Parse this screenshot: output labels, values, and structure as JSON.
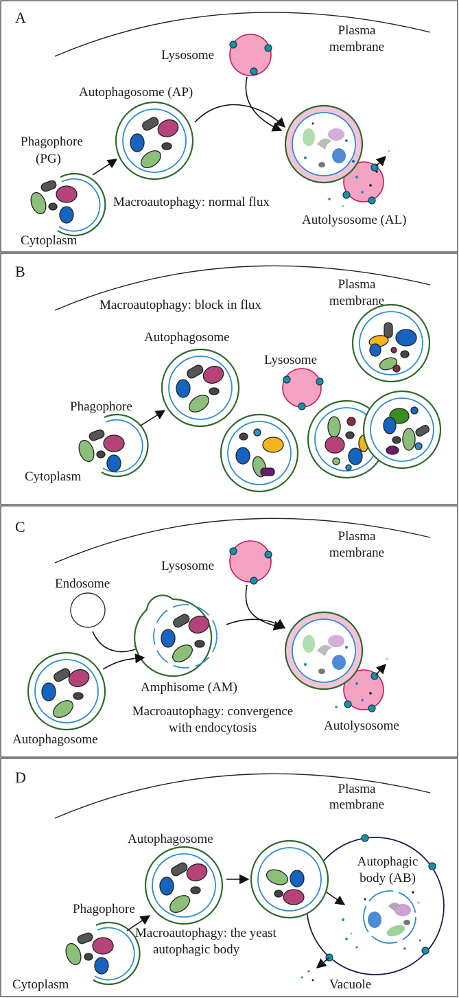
{
  "panels": [
    {
      "letter": "A",
      "plasma_membrane": [
        "Plasma",
        "membrane"
      ],
      "lysosome": "Lysosome",
      "autophagosome": "Autophagosome (AP)",
      "phagophore": [
        "Phagophore",
        "(PG)"
      ],
      "cytoplasm": "Cytoplasm",
      "caption": "Macroautophagy: normal flux",
      "autolysosome": "Autolysosome (AL)"
    },
    {
      "letter": "B",
      "plasma_membrane": [
        "Plasma",
        "membrane"
      ],
      "caption": "Macroautophagy: block in flux",
      "autophagosome": "Autophagosome",
      "lysosome": "Lysosome",
      "phagophore": "Phagophore",
      "cytoplasm": "Cytoplasm"
    },
    {
      "letter": "C",
      "plasma_membrane": [
        "Plasma",
        "membrane"
      ],
      "lysosome": "Lysosome",
      "endosome": "Endosome",
      "amphisome": "Amphisome (AM)",
      "caption": [
        "Macroautophagy: convergence",
        "with endocytosis"
      ],
      "autophagosome": "Autophagosome",
      "autolysosome": "Autolysosome"
    },
    {
      "letter": "D",
      "plasma_membrane": [
        "Plasma",
        "membrane"
      ],
      "autophagosome": "Autophagosome",
      "autophagic_body": [
        "Autophagic",
        "body (AB)"
      ],
      "phagophore": "Phagophore",
      "caption": [
        "Macroautophagy: the yeast",
        "autophagic body"
      ],
      "cytoplasm": "Cytoplasm",
      "vacuole": "Vacuole"
    }
  ],
  "colors": {
    "outer_membrane": "#2d6a2d",
    "inner_membrane": "#2a8fd1",
    "lysosome_fill": "#f4a3c3",
    "lysosome_border": "#c2185b",
    "proton_pump": "#1c8fa8",
    "cargo_blue": "#1565c0",
    "cargo_magenta": "#b5437a",
    "cargo_green": "#8cc07a",
    "cargo_gray": "#555555",
    "cargo_yellow": "#f2b51d",
    "cargo_purple": "#6a1b6e",
    "vacuole_border": "#1c1c4a"
  }
}
